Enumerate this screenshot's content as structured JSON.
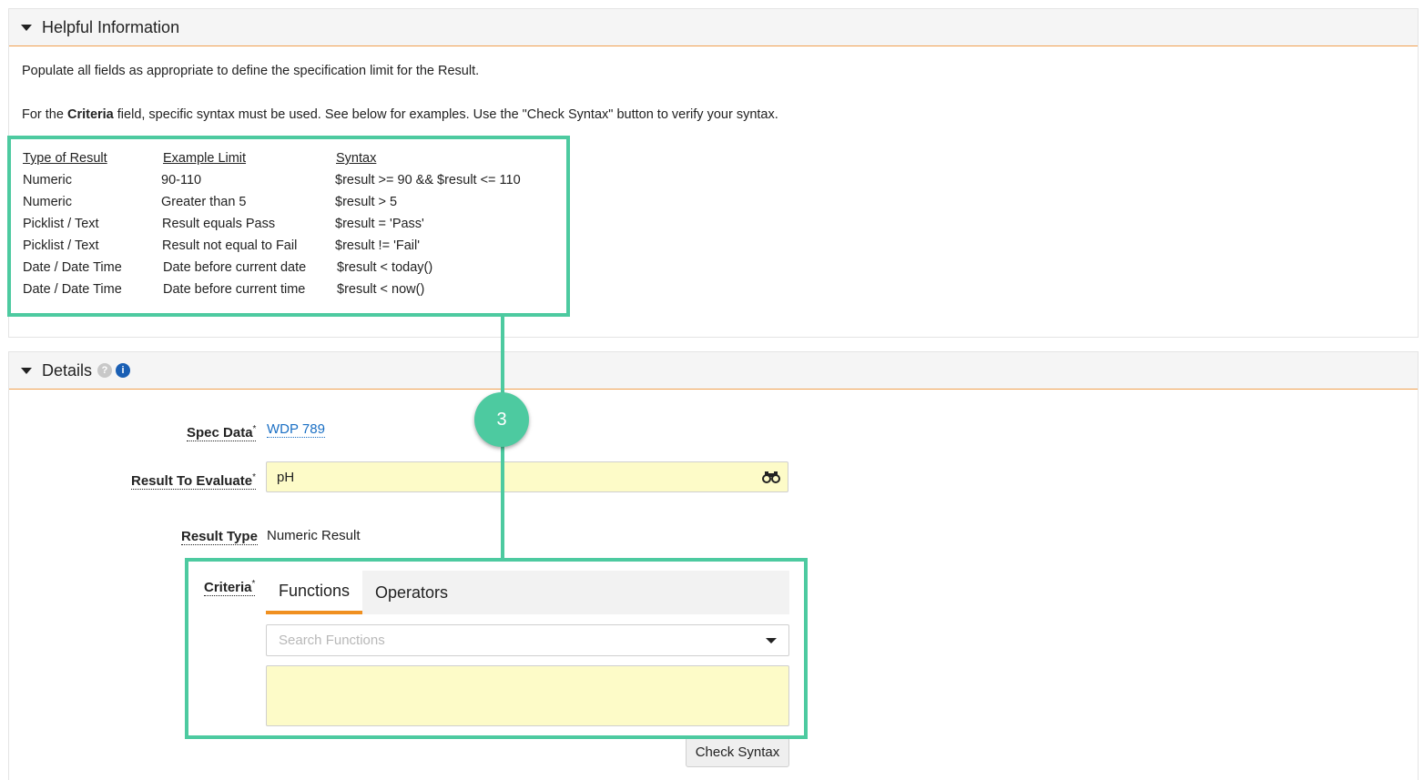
{
  "helpful": {
    "title": "Helpful Information",
    "intro": "Populate all fields as appropriate to define the specification limit for the Result.",
    "criteria_pre": "For the ",
    "criteria_bold": "Criteria",
    "criteria_post": " field, specific syntax must be used. See below for examples. Use the \"Check Syntax\" button to verify your syntax.",
    "table": {
      "headers": [
        "Type of Result",
        "Example Limit",
        "Syntax"
      ],
      "rows": [
        [
          "Numeric",
          "90-110",
          "$result >= 90 && $result <= 110"
        ],
        [
          "Numeric",
          "Greater than 5",
          "$result > 5"
        ],
        [
          "Picklist / Text",
          "Result equals Pass",
          "$result = 'Pass'"
        ],
        [
          "Picklist / Text",
          "Result not equal to Fail",
          "$result != 'Fail'"
        ],
        [
          "Date / Date Time",
          "Date before current date",
          "$result < today()"
        ],
        [
          "Date / Date Time",
          "Date before current time",
          "$result < now()"
        ]
      ]
    }
  },
  "details": {
    "title": "Details",
    "help_icon": "?",
    "info_icon": "i"
  },
  "step_badge": "3",
  "fields": {
    "spec_data_label": "Spec Data",
    "spec_data_value": "WDP 789",
    "result_eval_label": "Result To Evaluate",
    "result_eval_value": "pH",
    "result_type_label": "Result Type",
    "result_type_value": "Numeric Result",
    "criteria_label": "Criteria",
    "required_mark": "*"
  },
  "criteria": {
    "tabs": [
      "Functions",
      "Operators"
    ],
    "search_placeholder": "Search Functions",
    "check_syntax": "Check Syntax"
  },
  "colors": {
    "highlight": "#4dcaa0",
    "accent_orange": "#f09020",
    "link": "#1a6fc4",
    "field_yellow": "#fdfbc8"
  }
}
